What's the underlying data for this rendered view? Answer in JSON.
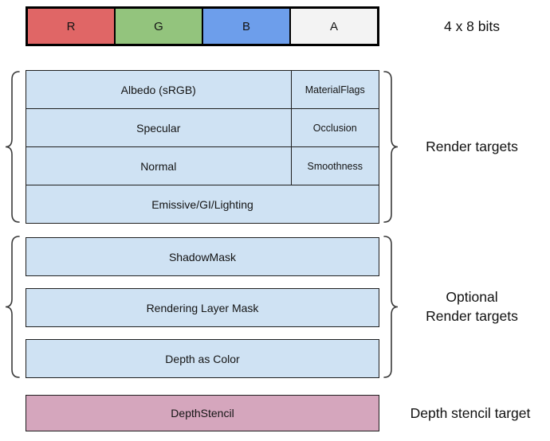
{
  "format_bar": {
    "caption": "4 x 8 bits",
    "cells": [
      {
        "label": "R",
        "color": "#E06666"
      },
      {
        "label": "G",
        "color": "#93C47D"
      },
      {
        "label": "B",
        "color": "#6D9EEB"
      },
      {
        "label": "A",
        "color": "#F3F3F3"
      }
    ]
  },
  "render_targets": {
    "label": "Render targets",
    "cell_color": "#CFE2F3",
    "rows": [
      {
        "main": "Albedo (sRGB)",
        "alpha": "MaterialFlags"
      },
      {
        "main": "Specular",
        "alpha": "Occlusion"
      },
      {
        "main": "Normal",
        "alpha": "Smoothness"
      },
      {
        "main": "Emissive/GI/Lighting",
        "alpha": ""
      }
    ]
  },
  "optional_render_targets": {
    "label_lines": [
      "Optional",
      "Render targets"
    ],
    "bar_color": "#CFE2F3",
    "bars": [
      "ShadowMask",
      "Rendering Layer Mask",
      "Depth as Color"
    ]
  },
  "depth_stencil": {
    "bar_label": "DepthStencil",
    "bar_color": "#D5A6BD",
    "caption": "Depth stencil target"
  }
}
